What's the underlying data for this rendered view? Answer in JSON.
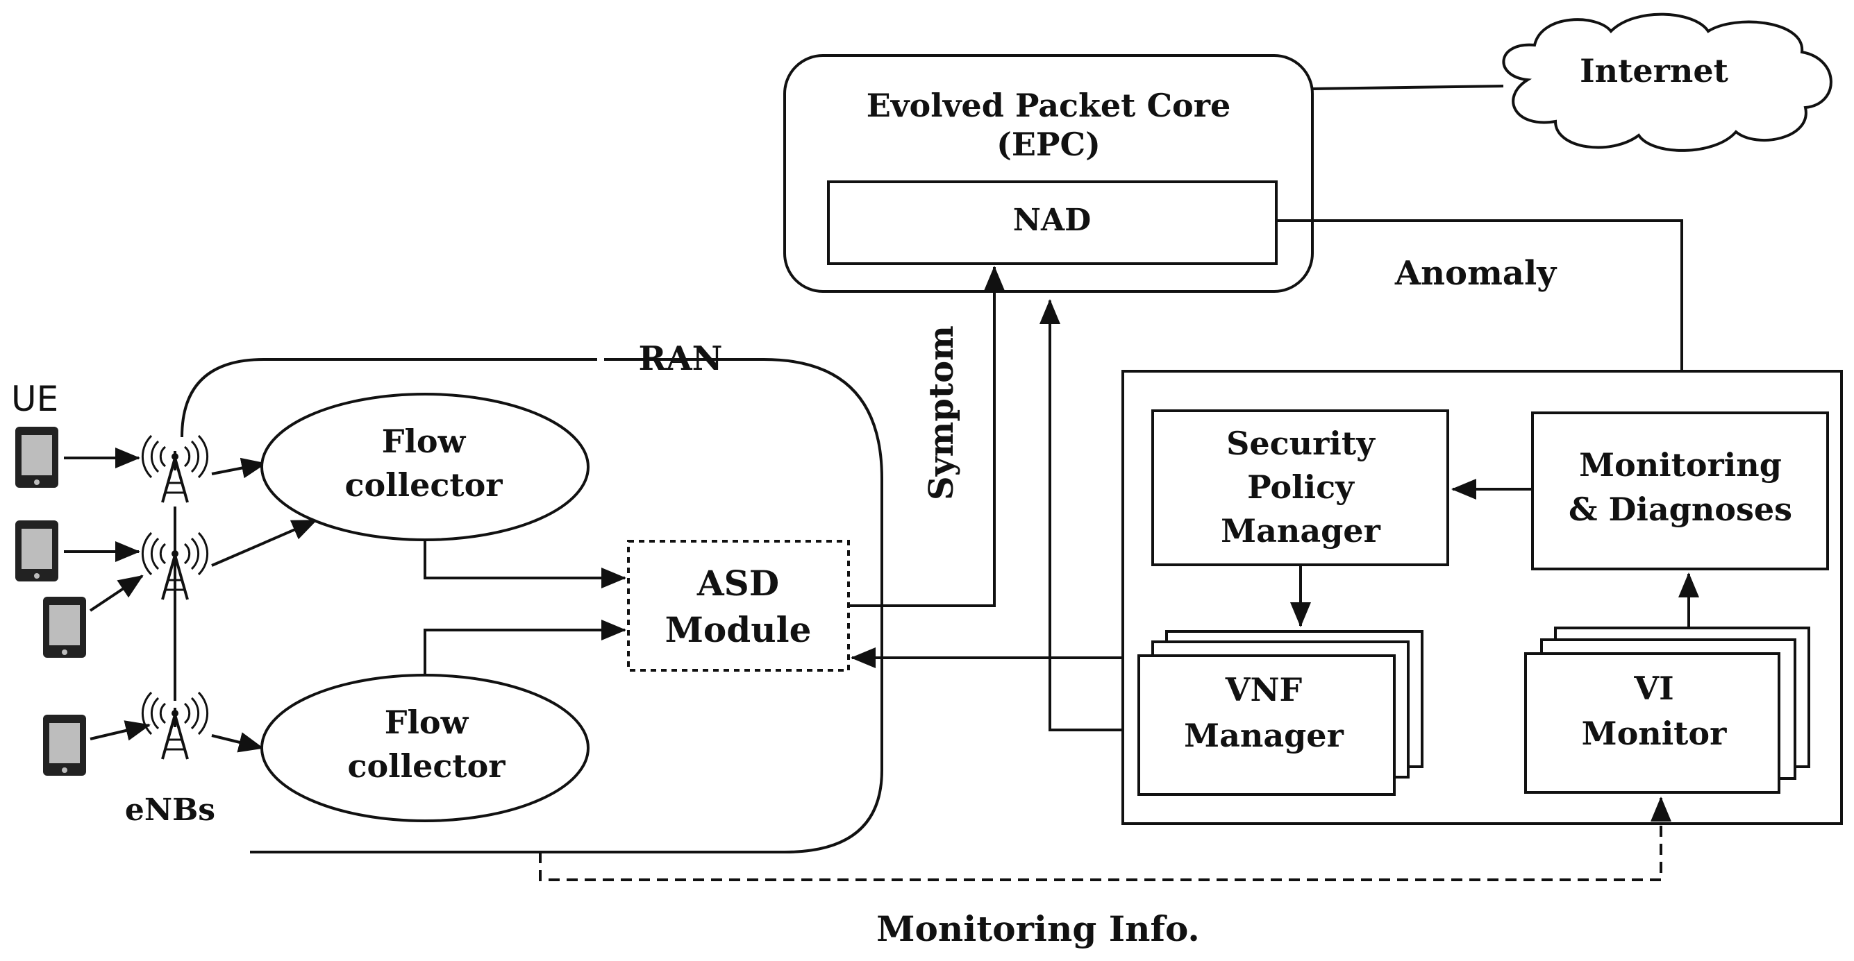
{
  "epc": {
    "title_line1": "Evolved Packet Core",
    "title_line2": "(EPC)",
    "nad": "NAD"
  },
  "internet": "Internet",
  "ran": {
    "label": "RAN"
  },
  "ue_label": "UE",
  "enbs_label": "eNBs",
  "flow_collector_top": {
    "line1": "Flow",
    "line2": "collector"
  },
  "flow_collector_bottom": {
    "line1": "Flow",
    "line2": "collector"
  },
  "asd": {
    "line1": "ASD",
    "line2": "Module"
  },
  "symptom": "Symptom",
  "anomaly": "Anomaly",
  "security_policy_manager": {
    "line1": "Security",
    "line2": "Policy",
    "line3": "Manager"
  },
  "monitoring_diagnoses": {
    "line1": "Monitoring",
    "line2": "& Diagnoses"
  },
  "vnf_manager": {
    "line1": "VNF",
    "line2": "Manager"
  },
  "vi_monitor": {
    "line1": "VI",
    "line2": "Monitor"
  },
  "monitoring_info": "Monitoring Info."
}
